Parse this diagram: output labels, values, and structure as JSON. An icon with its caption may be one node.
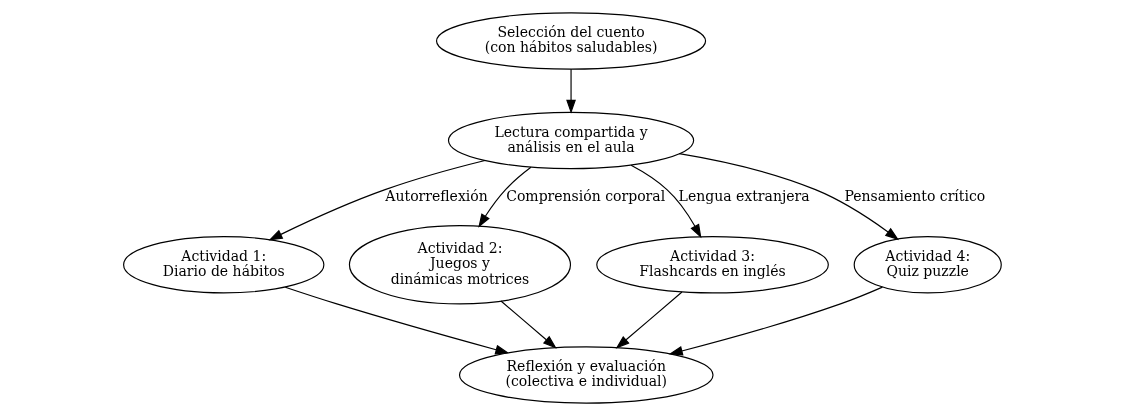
{
  "diagram": {
    "nodes": [
      {
        "text": [
          "Selección del cuento",
          "(con hábitos saludables)"
        ]
      },
      {
        "text": [
          "Lectura compartida y análisis en el aula"
        ]
      },
      {
        "text": [
          "Actividad 1:",
          "Diario de hábitos"
        ]
      },
      {
        "text": [
          "Actividad 2:",
          "Juegos y dinámicas motrices"
        ]
      },
      {
        "text": [
          "Actividad 3:",
          "Flashcards en inglés"
        ]
      },
      {
        "text": [
          "Actividad 4:",
          "Quiz puzzle"
        ]
      },
      {
        "text": [
          "Reflexión y evaluación",
          "(colectiva e individual)"
        ]
      }
    ],
    "edges": [
      {
        "from": 0,
        "to": 1,
        "arrow": "to"
      },
      {
        "from": 1,
        "to": 2,
        "arrow": "to",
        "label": "Autorreflexión"
      },
      {
        "from": 1,
        "to": 3,
        "arrow": "to",
        "label": "Comprensión corporal"
      },
      {
        "from": 1,
        "to": 4,
        "arrow": "to",
        "label": "Lengua extranjera"
      },
      {
        "from": 1,
        "to": 5,
        "arrow": "to",
        "label": "Pensamiento crítico"
      },
      {
        "from": 2,
        "to": 6,
        "arrow": "to"
      },
      {
        "from": 3,
        "to": 6,
        "arrow": "to"
      },
      {
        "from": 4,
        "to": 6,
        "arrow": "to"
      },
      {
        "from": 5,
        "to": 6,
        "arrow": "to"
      }
    ]
  }
}
